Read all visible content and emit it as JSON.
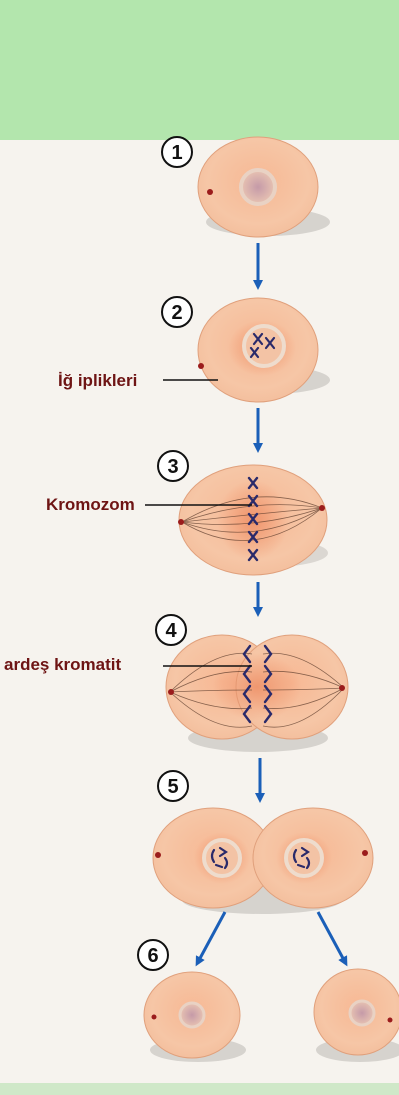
{
  "colors": {
    "top_band": "#b3e6ad",
    "bottom_band": "#cfe8c8",
    "page": "#f6f3ee",
    "cell_fill": "#f6c39f",
    "cell_inner": "#ef9a72",
    "cell_edge": "#d98f66",
    "shadow": "#c9c4c0",
    "arrow": "#1b5fb8",
    "label_text": "#6e1414",
    "chromosome": "#2a2a6a",
    "centrosome": "#9b1c1c"
  },
  "steps": [
    {
      "number": "1"
    },
    {
      "number": "2"
    },
    {
      "number": "3"
    },
    {
      "number": "4"
    },
    {
      "number": "5"
    },
    {
      "number": "6"
    }
  ],
  "labels": {
    "spindle": "İğ iplikleri",
    "chromosome": "Kromozom",
    "sister_chromatid": "ardeş kromatit"
  }
}
